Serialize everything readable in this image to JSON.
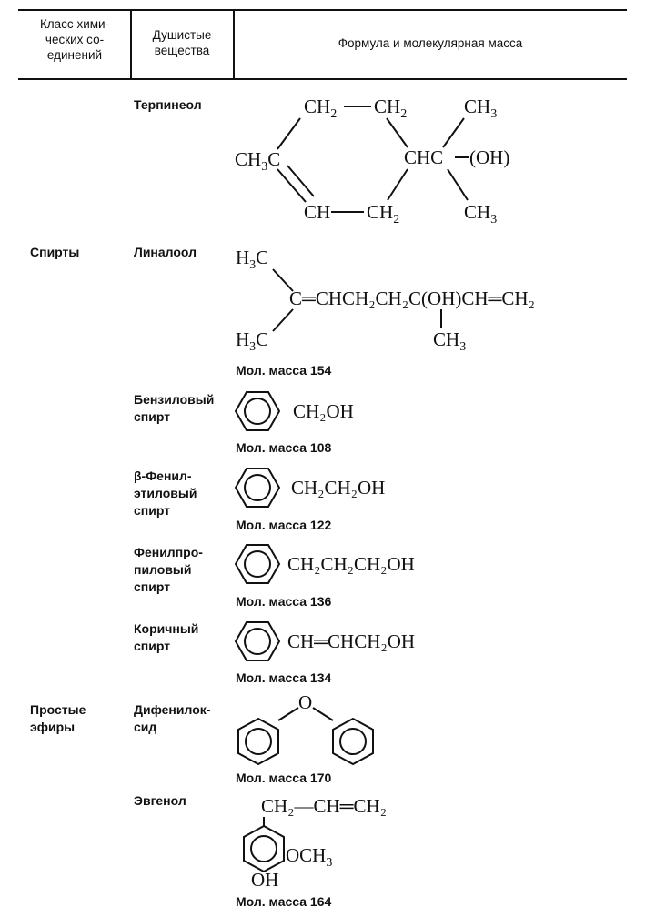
{
  "header": {
    "col_class": "Класс хими-\nческих со-\nединений",
    "col_substance": "Душистые\nвещества",
    "col_formula": "Формула и молекулярная масса"
  },
  "classes": {
    "alcohols": "Спирты",
    "ethers": "Простые\nэфиры"
  },
  "substances": {
    "terpineol": "Терпинеол",
    "linalool": "Линалоол",
    "benzyl": "Бензиловый\nспирт",
    "phenylethyl": "β-Фенил-\nэтиловый\nспирт",
    "phenylpropyl": "Фенилпро-\nпиловый\nспирт",
    "cinnamyl": "Коричный\nспирт",
    "diphenyloxide": "Дифенилок-\nсид",
    "eugenol": "Эвгенол"
  },
  "masses": {
    "linalool": "Мол. масса 154",
    "benzyl": "Мол. масса 108",
    "phenylethyl": "Мол. масса 122",
    "phenylpropyl": "Мол. масса 136",
    "cinnamyl": "Мол. масса 134",
    "diphenyloxide": "Мол. масса 170",
    "eugenol": "Мол. масса 164"
  },
  "formulas": {
    "terpineol": {
      "ch2_a": "CH",
      "ch2_a_sub": "2",
      "ch2_b": "CH",
      "ch2_b_sub": "2",
      "ch3_top": "CH",
      "ch3_top_sub": "3",
      "h3c_left": "CH",
      "h3c_left_sub": "3",
      "h3c_left_c": "C",
      "chc": "CHC",
      "oh": "(OH)",
      "ch_low": "CH",
      "ch2_low": "CH",
      "ch2_low_sub": "2",
      "ch3_low": "CH",
      "ch3_low_sub": "3"
    },
    "linalool": {
      "h3c_top": "H",
      "h3c_top_sub": "3",
      "h3c_top_c": "C",
      "chain": "C═CHCH₂CH₂C(OH)CH═CH₂",
      "h3c_bot": "H",
      "h3c_bot_sub": "3",
      "h3c_bot_c": "C",
      "ch3": "CH",
      "ch3_sub": "3"
    },
    "benzyl": "CH₂OH",
    "phenylethyl": "CH₂CH₂OH",
    "phenylpropyl": "CH₂CH₂CH₂OH",
    "cinnamyl": "CH═CHCH₂OH",
    "diphenyloxide": {
      "o": "O"
    },
    "eugenol": {
      "chain": "CH₂—CH═CH₂",
      "och3": "OCH",
      "och3_sub": "3",
      "oh": "OH"
    }
  }
}
